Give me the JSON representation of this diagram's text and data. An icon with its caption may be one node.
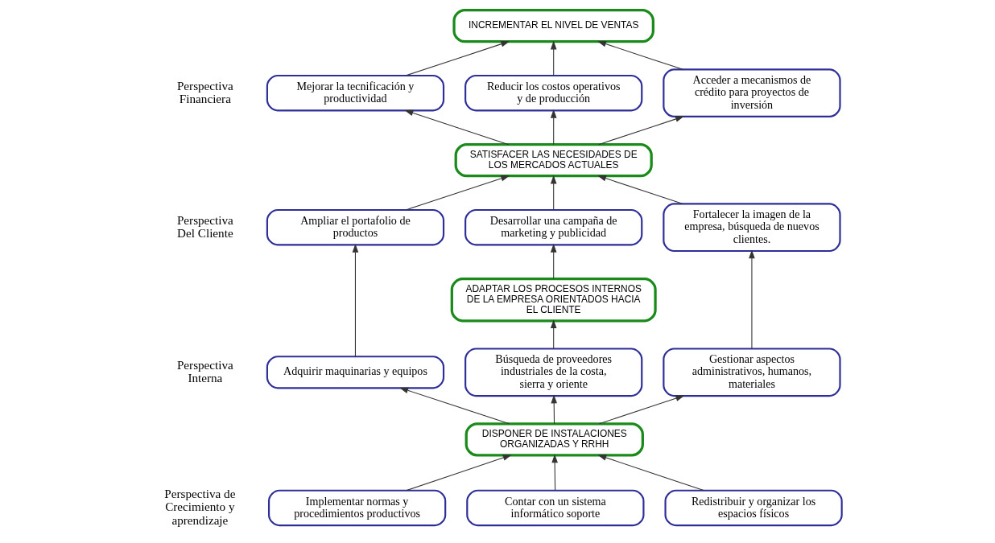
{
  "diagram": {
    "nodes": [
      {
        "text": [
          "INCREMENTAR EL NIVEL DE VENTAS"
        ]
      },
      {
        "text": [
          "Mejorar la tecnificación y productividad"
        ]
      },
      {
        "text": [
          "Reducir los costos operativos y de producción"
        ]
      },
      {
        "text": [
          "Acceder a mecanismos de crédito para proyectos de inversión"
        ]
      },
      {
        "text": [
          "SATISFACER LAS NECESIDADES DE LOS MERCADOS ACTUALES"
        ]
      },
      {
        "text": [
          "Ampliar el portafolio de productos"
        ]
      },
      {
        "text": [
          "Desarrollar una campaña de marketing y publicidad"
        ]
      },
      {
        "text": [
          "Fortalecer la imagen de la empresa, búsqueda de nuevos clientes."
        ]
      },
      {
        "text": [
          "ADAPTAR LOS PROCESOS INTERNOS DE LA EMPRESA ORIENTADOS HACIA EL CLIENTE"
        ]
      },
      {
        "text": [
          "Adquirir maquinarias y equipos"
        ]
      },
      {
        "text": [
          "Búsqueda de proveedores industriales de la costa, sierra y oriente"
        ]
      },
      {
        "text": [
          "Gestionar aspectos administrativos, humanos, materiales"
        ]
      },
      {
        "text": [
          "DISPONER DE INSTALACIONES ORGANIZADAS Y RRHH"
        ]
      },
      {
        "text": [
          "Implementar normas y procedimientos productivos"
        ]
      },
      {
        "text": [
          "Contar con un sistema informático soporte"
        ]
      },
      {
        "text": [
          "Redistribuir y organizar los espacios físicos"
        ]
      }
    ],
    "edges": [
      {
        "from": 1,
        "to": 0,
        "arrow": "to"
      },
      {
        "from": 2,
        "to": 0,
        "arrow": "to"
      },
      {
        "from": 3,
        "to": 0,
        "arrow": "to"
      },
      {
        "from": 4,
        "to": 1,
        "arrow": "to"
      },
      {
        "from": 4,
        "to": 2,
        "arrow": "to"
      },
      {
        "from": 4,
        "to": 3,
        "arrow": "to"
      },
      {
        "from": 5,
        "to": 4,
        "arrow": "to"
      },
      {
        "from": 6,
        "to": 4,
        "arrow": "to"
      },
      {
        "from": 7,
        "to": 4,
        "arrow": "to"
      },
      {
        "from": 9,
        "to": 5,
        "arrow": "to"
      },
      {
        "from": 8,
        "to": 6,
        "arrow": "to"
      },
      {
        "from": 11,
        "to": 7,
        "arrow": "to"
      },
      {
        "from": 10,
        "to": 8,
        "arrow": "to"
      },
      {
        "from": 12,
        "to": 9,
        "arrow": "to"
      },
      {
        "from": 12,
        "to": 10,
        "arrow": "to"
      },
      {
        "from": 12,
        "to": 11,
        "arrow": "to"
      },
      {
        "from": 13,
        "to": 12,
        "arrow": "to"
      },
      {
        "from": 14,
        "to": 12,
        "arrow": "to"
      },
      {
        "from": 15,
        "to": 12,
        "arrow": "to"
      }
    ],
    "labels": [
      "Perspectiva Financiera",
      "Perspectiva Del Cliente",
      "Perspectiva Interna",
      "Perspectiva de Crecimiento y aprendizaje"
    ]
  }
}
